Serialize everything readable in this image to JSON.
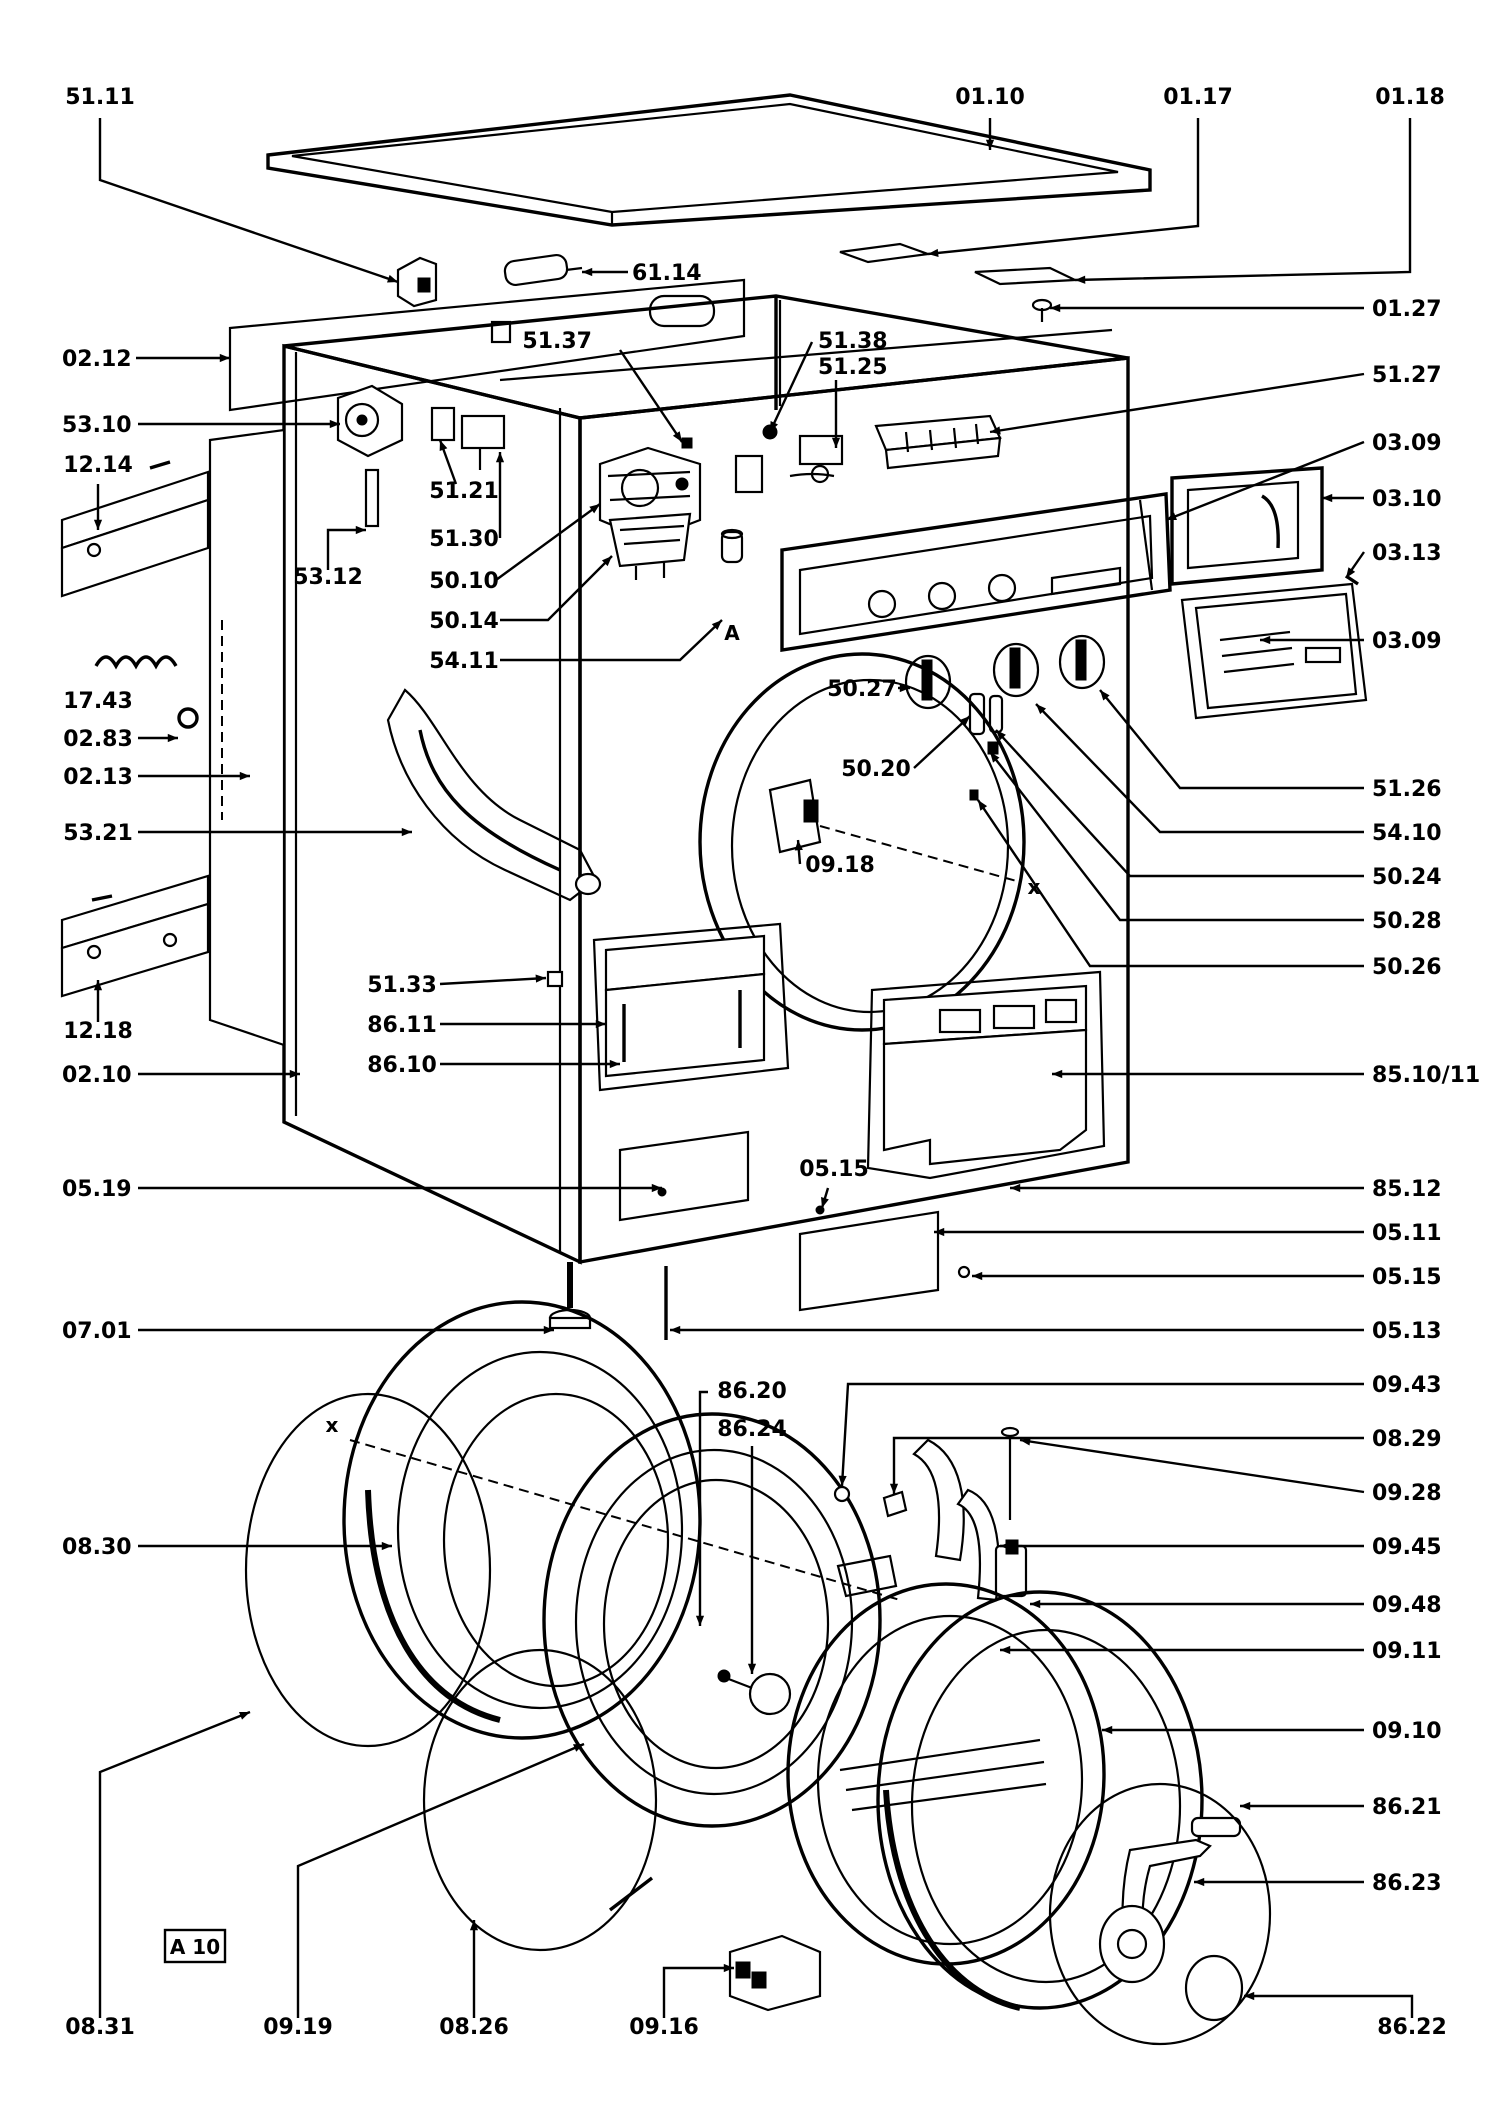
{
  "diagram": {
    "sheet_tag": "A 10",
    "marker_a": "A",
    "marker_x": "x",
    "labels": {
      "l_51_11": "51.11",
      "l_01_10": "01.10",
      "l_01_17": "01.17",
      "l_01_18": "01.18",
      "l_61_14": "61.14",
      "l_01_27": "01.27",
      "l_02_12": "02.12",
      "l_51_37": "51.37",
      "l_51_38": "51.38",
      "l_51_25": "51.25",
      "l_51_27": "51.27",
      "l_53_10": "53.10",
      "l_03_09a": "03.09",
      "l_12_14": "12.14",
      "l_03_10": "03.10",
      "l_51_21": "51.21",
      "l_51_30": "51.30",
      "l_03_13": "03.13",
      "l_53_12": "53.12",
      "l_50_10": "50.10",
      "l_50_14": "50.14",
      "l_03_09b": "03.09",
      "l_54_11": "54.11",
      "l_17_43": "17.43",
      "l_50_27": "50.27",
      "l_02_83": "02.83",
      "l_02_13": "02.13",
      "l_50_20": "50.20",
      "l_51_26": "51.26",
      "l_53_21": "53.21",
      "l_54_10": "54.10",
      "l_09_18": "09.18",
      "l_50_24": "50.24",
      "l_50_28": "50.28",
      "l_50_26": "50.26",
      "l_51_33": "51.33",
      "l_86_11": "86.11",
      "l_12_18": "12.18",
      "l_86_10": "86.10",
      "l_02_10": "02.10",
      "l_85_10_11": "85.10/11",
      "l_05_15a": "05.15",
      "l_05_19": "05.19",
      "l_85_12": "85.12",
      "l_05_11": "05.11",
      "l_05_15b": "05.15",
      "l_07_01": "07.01",
      "l_05_13": "05.13",
      "l_86_20": "86.20",
      "l_09_43": "09.43",
      "l_86_24": "86.24",
      "l_08_29": "08.29",
      "l_09_28": "09.28",
      "l_08_30": "08.30",
      "l_09_45": "09.45",
      "l_09_48": "09.48",
      "l_09_11": "09.11",
      "l_09_10": "09.10",
      "l_86_21": "86.21",
      "l_86_23": "86.23",
      "l_08_31": "08.31",
      "l_09_19": "09.19",
      "l_08_26": "08.26",
      "l_09_16": "09.16",
      "l_86_22": "86.22"
    }
  }
}
